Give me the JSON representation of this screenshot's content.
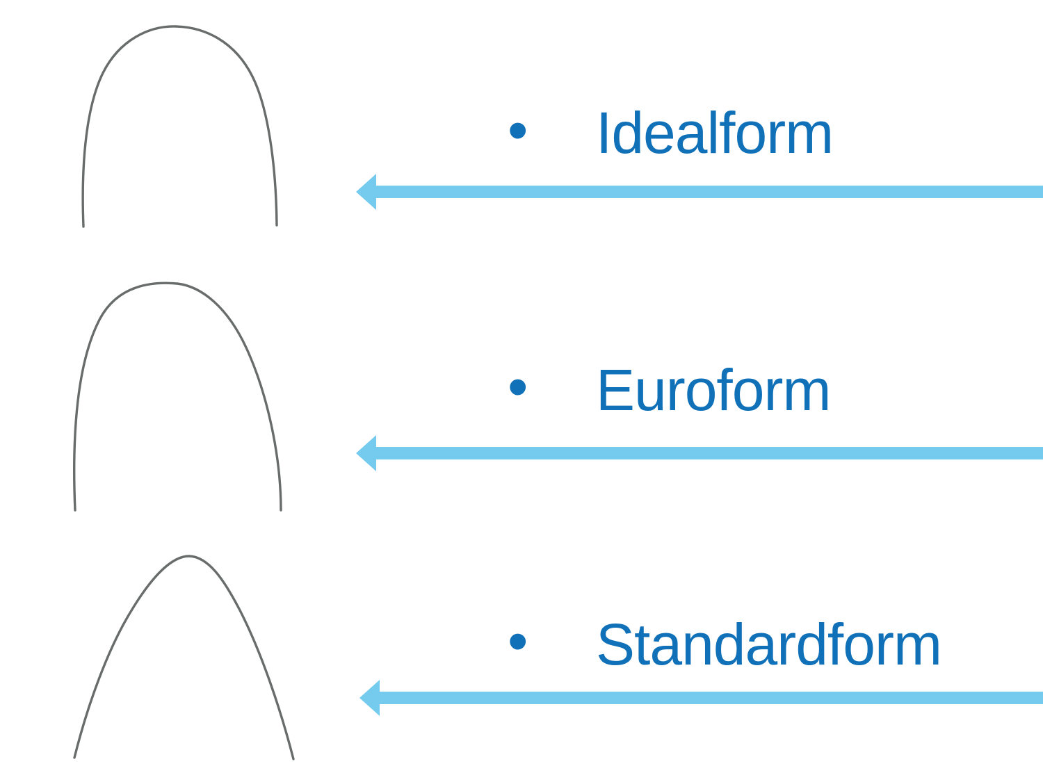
{
  "slide": {
    "colors": {
      "label_blue": "#1070b8",
      "arrow_blue": "#74cbee",
      "wire_gray": "#686c6b",
      "background": "#ffffff"
    },
    "items": [
      {
        "label": "Idealform",
        "bullet": "•",
        "wire_icon": "archwire-idealform-icon",
        "arrow_icon": "arrow-left-icon"
      },
      {
        "label": "Euroform",
        "bullet": "•",
        "wire_icon": "archwire-euroform-icon",
        "arrow_icon": "arrow-left-icon"
      },
      {
        "label": "Standardform",
        "bullet": "•",
        "wire_icon": "archwire-standardform-icon",
        "arrow_icon": "arrow-left-icon"
      }
    ]
  }
}
